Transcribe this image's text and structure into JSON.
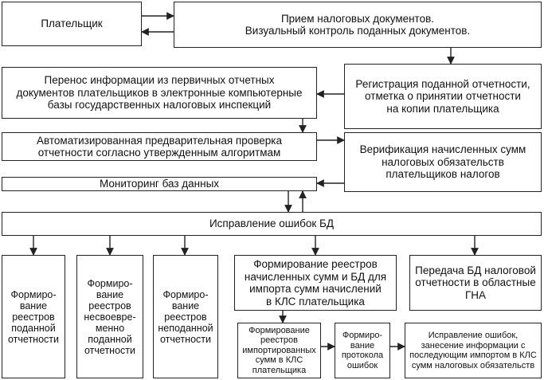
{
  "nodes": {
    "payer": "Плательщик",
    "receive": "Прием налоговых документов.\nВизуальный контроль поданных документов.",
    "transfer": "Перенос информации из первичных отчетных\nдокументов плательщиков в электронные компьютерные\nбазы государственных налоговых инспекций",
    "registration": "Регистрация поданной отчетности,\nотметка о принятии отчетности\nна копии плательщика",
    "auto_check": "Автоматизированная предварительная проверка\nотчетности согласно утвержденным алгоритмам",
    "verification": "Верификация начисленных сумм\nналоговых обязательств\nплательщиков налогов",
    "monitoring": "Мониторинг баз данных",
    "fix_errors": "Исправление ошибок БД",
    "reg_submitted": "Формиро-\nвание\nреестров\nподанной\nотчетности",
    "reg_late": "Формиро-\nвание\nреестров\nнесвоевре-\nменно\nподанной\nотчетности",
    "reg_unsubmitted": "Формиро-\nвание\nреестров\nнеподанной\nотчетности",
    "reg_accrued": "Формирование реестров\nначисленных сумм и БД для\nимпорта сумм начислений\nв КЛС плательщика",
    "transfer_regional": "Передача БД налоговой\nотчетности в областные\nГНА",
    "reg_imported": "Формирование\nреестров\nимпортированных\nсумм в КЛС\nплательщика",
    "error_protocol": "Формиро-\nвание\nпротокола\nошибок",
    "fix_import": "Исправление ошибок,\nзанесение информации с\nпоследующим импортом в КЛС\nсумм налоговых обязательств"
  },
  "colors": {
    "stroke": "#222222",
    "background": "#ffffff"
  }
}
